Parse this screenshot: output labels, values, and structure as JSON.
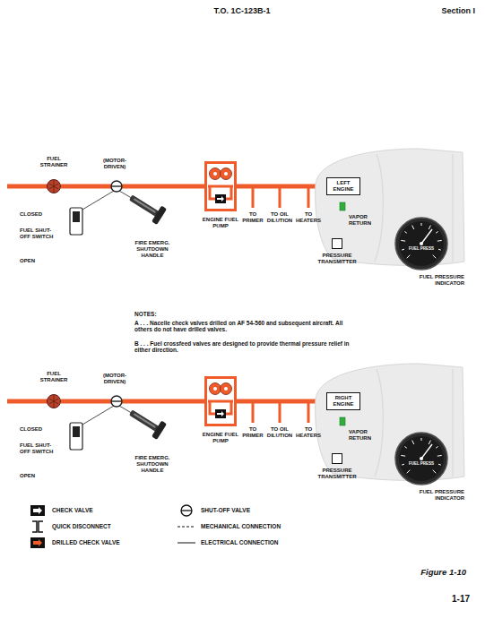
{
  "diagram": {
    "caption": "Figure 1-10",
    "nodes": [
      {
        "text": [
          "FUEL STRAINER"
        ]
      },
      {
        "text": [
          "ENGINE FUEL PUMP"
        ]
      },
      {
        "text": [
          "LEFT ENGINE"
        ]
      },
      {
        "text": [
          "PRESSURE TRANSMITTER"
        ]
      },
      {
        "text": [
          "FUEL PRESSURE INDICATOR",
          "FUEL PRESS"
        ]
      },
      {
        "text": [
          "FUEL STRAINER"
        ]
      },
      {
        "text": [
          "ENGINE FUEL PUMP"
        ]
      },
      {
        "text": [
          "RIGHT ENGINE"
        ]
      },
      {
        "text": [
          "PRESSURE TRANSMITTER"
        ]
      },
      {
        "text": [
          "FUEL PRESSURE INDICATOR",
          "FUEL PRESS"
        ]
      }
    ],
    "edges": [
      {
        "from": 0,
        "to": 1,
        "arrow": "none"
      },
      {
        "from": 1,
        "to": 2,
        "arrow": "none"
      },
      {
        "from": 2,
        "to": 3,
        "arrow": "none"
      },
      {
        "from": 3,
        "to": 4,
        "arrow": "none"
      },
      {
        "from": 5,
        "to": 6,
        "arrow": "none"
      },
      {
        "from": 6,
        "to": 7,
        "arrow": "none"
      },
      {
        "from": 7,
        "to": 8,
        "arrow": "none"
      },
      {
        "from": 8,
        "to": 9,
        "arrow": "none"
      }
    ],
    "labels": [
      "T.O. 1C-123B-1",
      "Section I",
      "(MOTOR- DRIVEN)",
      "CLOSED",
      "FUEL SHUT-OFF SWITCH",
      "OPEN",
      "FIRE EMERG. SHUTDOWN HANDLE",
      "TO PRIMER",
      "TO OIL DILUTION",
      "TO HEATERS",
      "VAPOR RETURN",
      "NOTES:",
      "A . . . Nacelle check valves drilled on AF 54-560 and subsequent aircraft. All others do not have drilled valves.",
      "B . . . Fuel crossfeed valves are designed to provide thermal pressure relief in either direction.",
      "(MOTOR- DRIVEN)",
      "CLOSED",
      "FUEL SHUT-OFF SWITCH",
      "OPEN",
      "FIRE EMERG. SHUTDOWN HANDLE",
      "TO PRIMER",
      "TO OIL DILUTION",
      "TO HEATERS",
      "VAPOR RETURN",
      "1-17"
    ],
    "legend": [
      {
        "text": "CHECK VALVE"
      },
      {
        "text": "QUICK DISCONNECT"
      },
      {
        "text": "DRILLED CHECK VALVE"
      },
      {
        "text": "SHUT-OFF VALVE"
      },
      {
        "text": "MECHANICAL CONNECTION"
      },
      {
        "text": "ELECTRICAL CONNECTION"
      }
    ]
  }
}
